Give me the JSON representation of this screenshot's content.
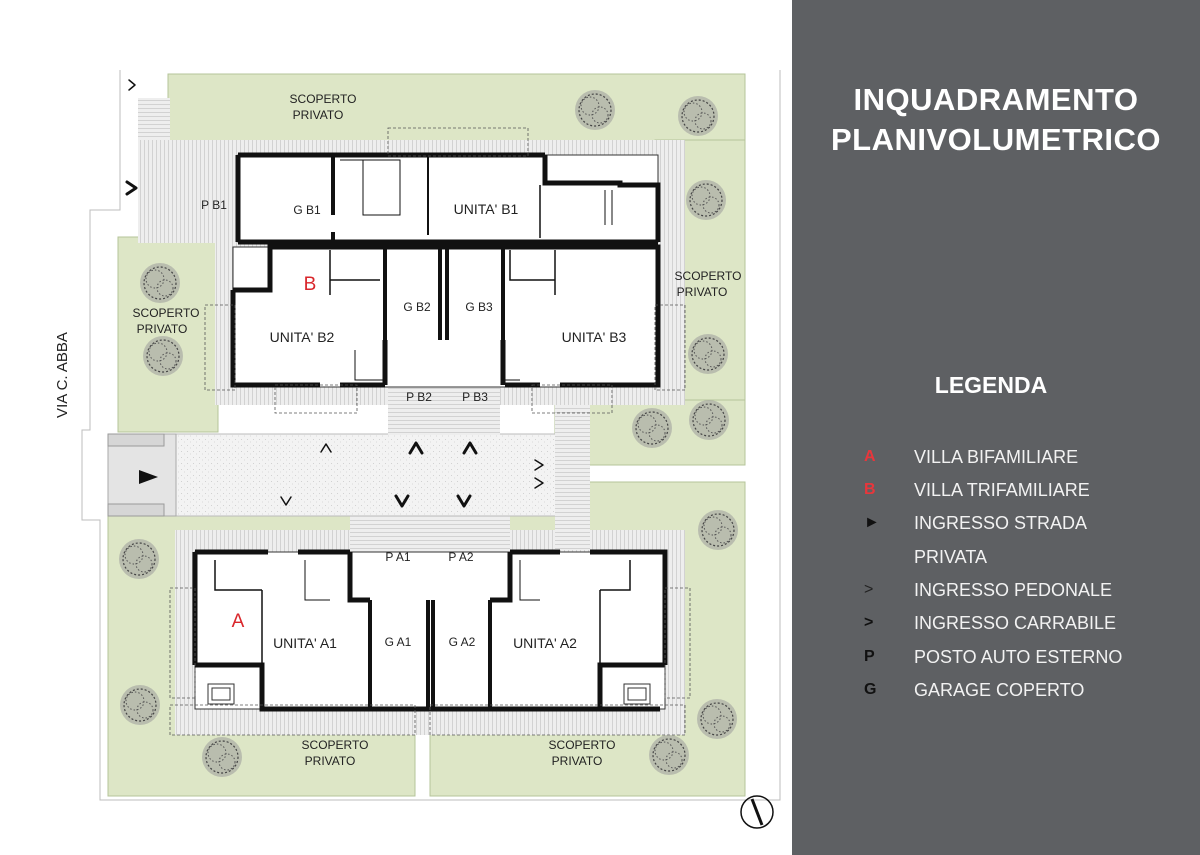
{
  "title": {
    "line1": "INQUADRAMENTO",
    "line2": "PLANIVOLUMETRICO"
  },
  "street": "VIA C. ABBA",
  "areas": {
    "scoperto_top": [
      "SCOPERTO",
      "PRIVATO"
    ],
    "scoperto_left": [
      "SCOPERTO",
      "PRIVATO"
    ],
    "scoperto_right": [
      "SCOPERTO",
      "PRIVATO"
    ],
    "scoperto_bottom_left": [
      "SCOPERTO",
      "PRIVATO"
    ],
    "scoperto_bottom_right": [
      "SCOPERTO",
      "PRIVATO"
    ]
  },
  "units": {
    "b1": "UNITA' B1",
    "b2": "UNITA' B2",
    "b3": "UNITA' B3",
    "a1": "UNITA' A1",
    "a2": "UNITA' A2"
  },
  "garages": {
    "gb1": "G B1",
    "gb2": "G B2",
    "gb3": "G B3",
    "ga1": "G A1",
    "ga2": "G A2"
  },
  "parking": {
    "pb1": "P B1",
    "pb2": "P B2",
    "pb3": "P B3",
    "pa1": "P A1",
    "pa2": "P A2"
  },
  "markers": {
    "b": "B",
    "a": "A"
  },
  "colors": {
    "panel": "#5e6063",
    "accent_red": "#d9262b",
    "lawn": "#dde6c6",
    "wall": "#111111"
  },
  "legend": {
    "title": "LEGENDA",
    "items": [
      {
        "symbol": "A",
        "label": "VILLA BIFAMILIARE",
        "color": "#e8363b"
      },
      {
        "symbol": "B",
        "label": "VILLA TRIFAMILIARE",
        "color": "#e8363b"
      },
      {
        "symbol": "►",
        "label": "INGRESSO STRADA",
        "color": "#111111"
      },
      {
        "symbol": "",
        "label": "PRIVATA",
        "color": "#111111"
      },
      {
        "symbol": ">",
        "label": "INGRESSO PEDONALE",
        "color": "#222222"
      },
      {
        "symbol": ">",
        "label": "INGRESSO CARRABILE",
        "color": "#111111"
      },
      {
        "symbol": "P",
        "label": "POSTO AUTO ESTERNO",
        "color": "#111111"
      },
      {
        "symbol": "G",
        "label": "GARAGE COPERTO",
        "color": "#111111"
      }
    ]
  }
}
